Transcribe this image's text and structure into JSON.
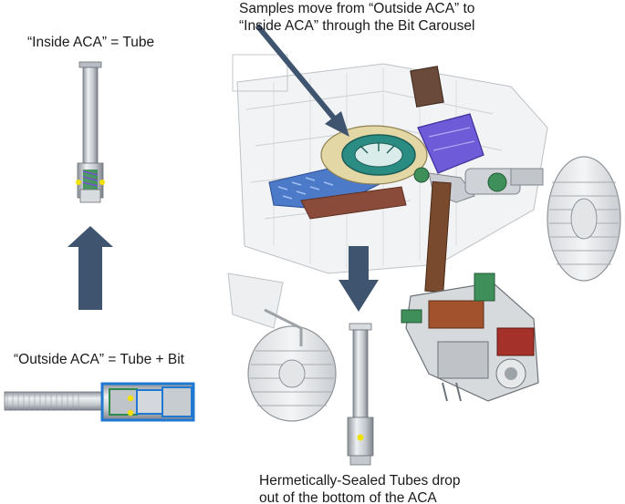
{
  "labels": {
    "inside_aca": "“Inside ACA” = Tube",
    "outside_aca": "“Outside ACA” = Tube + Bit",
    "samples_line1": "Samples move from “Outside ACA” to",
    "samples_line2": "“Inside ACA” through the Bit Carousel",
    "sealed_line1": "Hermetically-Sealed Tubes drop",
    "sealed_line2": "out of the bottom of the ACA"
  },
  "colors": {
    "arrow": "#3f546e",
    "tube_metal": "#cfd3d8",
    "bit_blue": "#1f78d1",
    "marker_yellow": "#f2e100",
    "carousel_teal": "#2b8c83",
    "arm_purple": "#6e5bd8",
    "arm_orange": "#a2522c",
    "drill_green": "#3e8f5a"
  },
  "icons": {
    "up_arrow": "up-arrow-icon",
    "down_arrow": "down-arrow-icon",
    "diagonal_arrow": "pointer-arrow-icon"
  }
}
